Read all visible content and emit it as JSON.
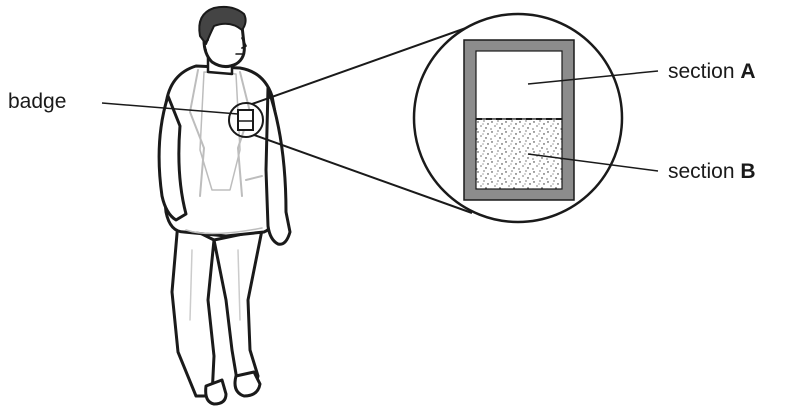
{
  "labels": {
    "badge": "badge",
    "section_a_prefix": "section",
    "section_a_letter": "A",
    "section_b_prefix": "section",
    "section_b_letter": "B"
  },
  "colors": {
    "line": "#1a1a1a",
    "badge_frame": "#8c8c8c",
    "figure_fill": "#ffffff",
    "hair": "#444444"
  }
}
